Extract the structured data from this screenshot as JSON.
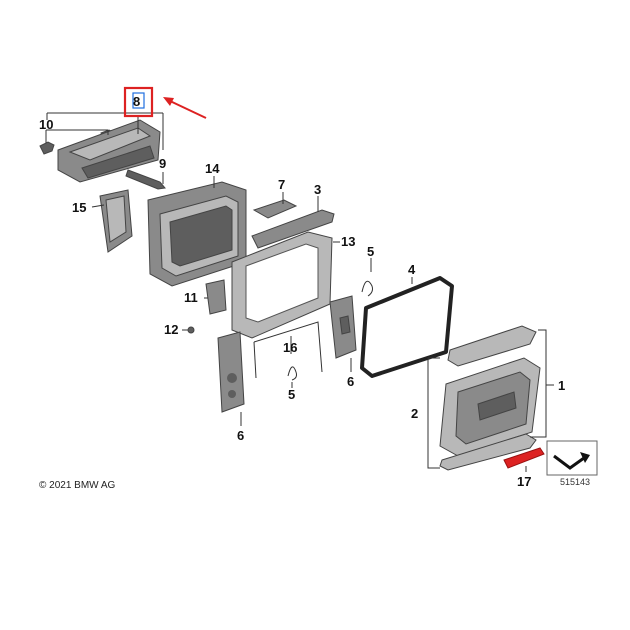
{
  "callouts": {
    "c1": "1",
    "c2": "2",
    "c3": "3",
    "c4": "4",
    "c5a": "5",
    "c5b": "5",
    "c6a": "6",
    "c6b": "6",
    "c7": "7",
    "c8": "8",
    "c9": "9",
    "c10": "10",
    "c11": "11",
    "c12": "12",
    "c13": "13",
    "c14": "14",
    "c15": "15",
    "c16": "16",
    "c17": "17"
  },
  "copyright": "© 2021 BMW AG",
  "ref_number": "515143",
  "colors": {
    "highlight": "#dd2222",
    "selection": "#1e6fe0",
    "part_dark": "#5e5e5e",
    "part_mid": "#8a8a8a",
    "part_light": "#b8b8b8"
  },
  "icons": {
    "arrow": "red-arrow-icon",
    "symbol": "bent-arrow-icon"
  }
}
